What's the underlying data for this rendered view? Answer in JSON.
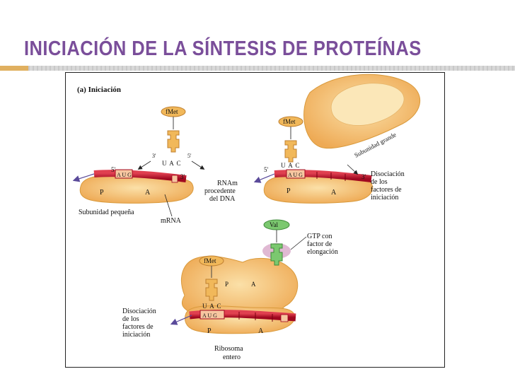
{
  "slide": {
    "title": "INICIACIÓN DE LA SÍNTESIS DE PROTEÍNAS"
  },
  "figure": {
    "panel_label": "(a) Iniciación",
    "panel1": {
      "met": "fMet",
      "anticodon": "U A C",
      "prime3": "3'",
      "prime5": "5'",
      "mrna_5": "5'",
      "mrna_3": "3'",
      "codon": "A U G",
      "site_p": "P",
      "site_a": "A",
      "small_subunit": "Subunidad pequeña",
      "mrna": "mRNA"
    },
    "panel2": {
      "met": "fMet",
      "anticodon": "U A C",
      "mrna_5": "5'",
      "mrna_3": "3'",
      "codon": "A U G",
      "site_p": "P",
      "site_a": "A",
      "large_subunit": "Subunidad grande",
      "rnam_1": "RNAm",
      "rnam_2": "procedente",
      "rnam_3": "del DNA",
      "dis_1": "Disociación",
      "dis_2": "de los",
      "dis_3": "factores de",
      "dis_4": "iniciación"
    },
    "panel3": {
      "met": "fMet",
      "val": "Val",
      "anticodon": "U A C",
      "codon": "A U G",
      "site_p_top": "P",
      "site_a_top": "A",
      "site_p": "P",
      "site_a": "A",
      "gtp_1": "GTP con",
      "gtp_2": "factor de",
      "gtp_3": "elongación",
      "dis_1": "Disociación",
      "dis_2": "de los",
      "dis_3": "factores de",
      "dis_4": "iniciación",
      "ribo_1": "Ribosoma",
      "ribo_2": "entero"
    }
  },
  "colors": {
    "title": "#7a4e9a",
    "ribosome": "#f3c27a",
    "ribosome_edge": "#d99a3c",
    "mrna": "#c8102e",
    "trna": "#f1b85a",
    "val": "#7bc86f"
  }
}
